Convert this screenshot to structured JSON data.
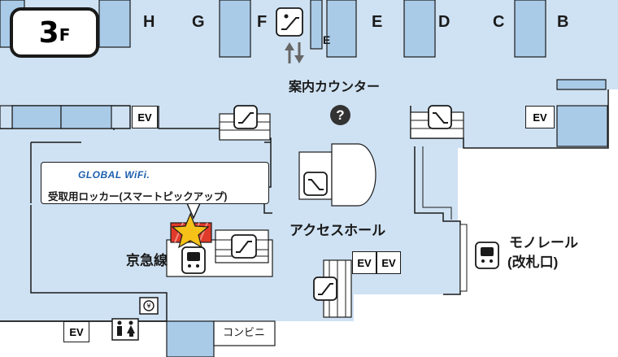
{
  "floor": {
    "number": "3",
    "suffix": "F"
  },
  "gates": [
    "H",
    "G",
    "F",
    "E",
    "D",
    "C",
    "B"
  ],
  "gate_e_lower": "E",
  "info_counter": "案内カウンター",
  "help_symbol": "?",
  "access_hall": "アクセスホール",
  "keikyu": "京急線",
  "monorail": {
    "line1": "モノレール",
    "line2": "(改札口)"
  },
  "elevator_label": "EV",
  "convenience_store": "コンビニ",
  "wifi": {
    "brand": "GLOBAL WiFi.",
    "locker": "受取用ロッカー(スマートピックアップ)"
  },
  "colors": {
    "floor_fill": "#cfe2f3",
    "shop_fill": "#a9cbe8",
    "outline": "#1a1a1a",
    "marker": "#f6c21a",
    "locker": "#e03a2a"
  },
  "icons": [
    "escalator-icon",
    "elevator-sign",
    "train-icon",
    "restroom-icon",
    "currency-exchange-icon",
    "help-icon",
    "wifi-globe-icon",
    "star-marker-icon"
  ]
}
